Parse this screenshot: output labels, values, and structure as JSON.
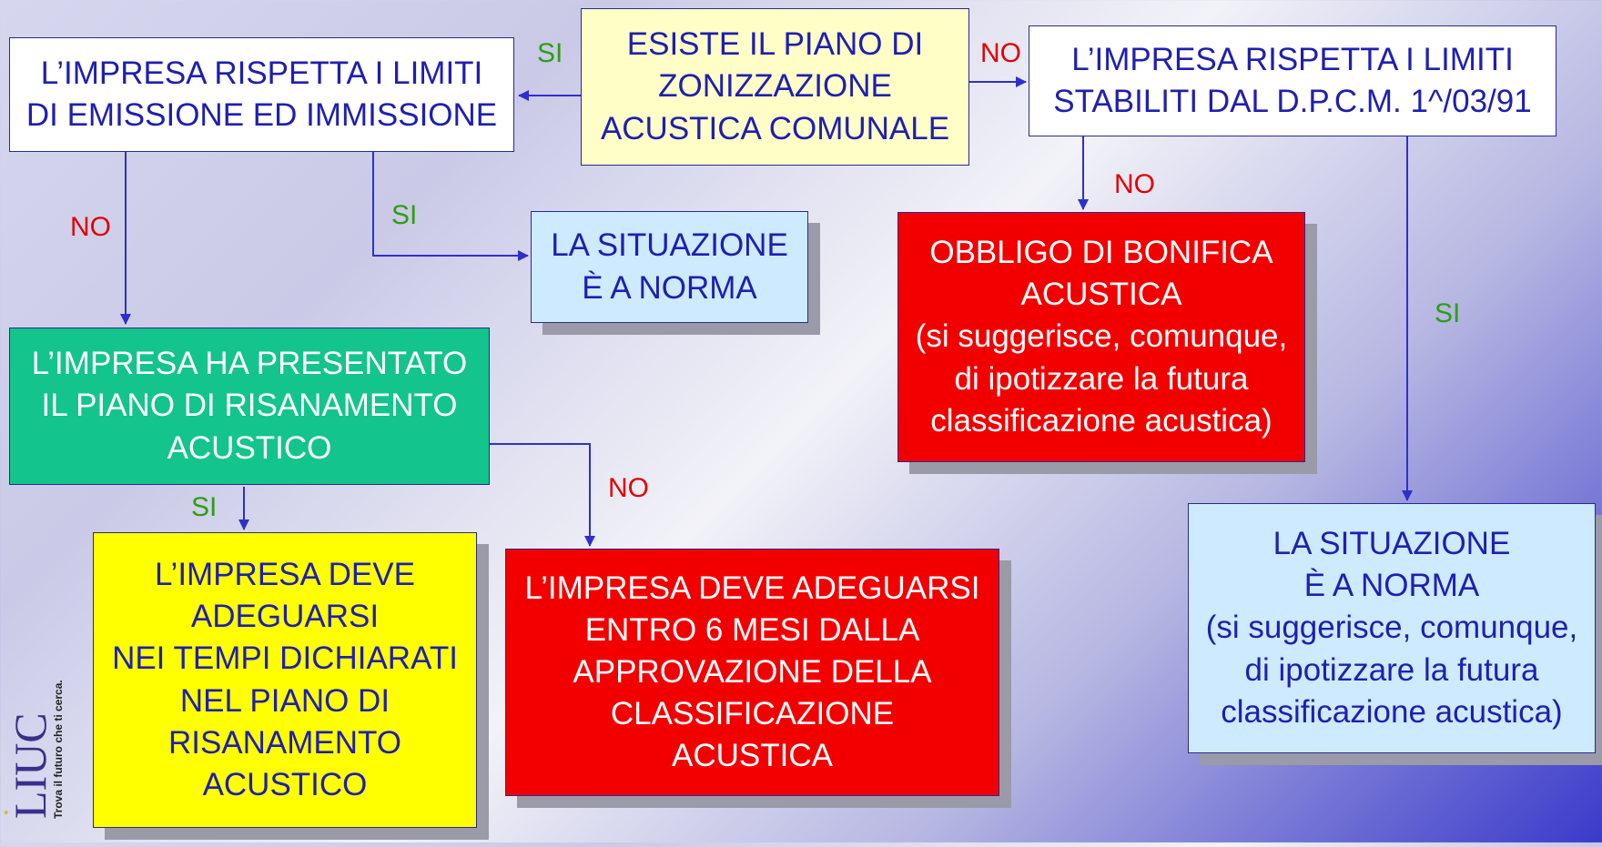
{
  "boxes": {
    "center": "ESISTE IL PIANO DI\nZONIZZAZIONE\nACUSTICA COMUNALE",
    "left_top": "L’IMPRESA RISPETTA I LIMITI\nDI EMISSIONE ED IMMISSIONE",
    "right_top": "L’IMPRESA RISPETTA I LIMITI\nSTABILITI DAL D.P.C.M. 1^/03/91",
    "norma_left": "LA SITUAZIONE\nÈ A NORMA",
    "piano_risanamento": "L’IMPRESA HA PRESENTATO\nIL PIANO DI RISANAMENTO\nACUSTICO",
    "bonifica": "OBBLIGO DI BONIFICA\nACUSTICA\n(si suggerisce, comunque,\ndi ipotizzare la futura\nclassificazione acustica)",
    "norma_right": "LA SITUAZIONE\nÈ A NORMA\n(si suggerisce, comunque,\ndi ipotizzare la futura\nclassificazione acustica)",
    "adeguarsi_tempi": "L’IMPRESA DEVE\nADEGUARSI\nNEI TEMPI DICHIARATI\nNEL PIANO DI\nRISANAMENTO\nACUSTICO",
    "adeguarsi_6mesi": "L’IMPRESA DEVE ADEGUARSI\nENTRO 6 MESI DALLA\nAPPROVAZIONE DELLA\nCLASSIFICAZIONE\nACUSTICA"
  },
  "edge_labels": {
    "si_top_left": "SI",
    "no_top_right": "NO",
    "no_left_down": "NO",
    "si_left_norma": "SI",
    "no_right_down": "NO",
    "si_right_down": "SI",
    "si_piano_down": "SI",
    "no_piano_right": "NO"
  },
  "logo": {
    "name": "LIUC",
    "tagline": "Trova il futuro che ti cerca."
  },
  "colors": {
    "line_blue": "#2f2fcf",
    "text_blue": "#1f1fb0",
    "si_green": "#2e9e12",
    "no_red": "#e00000",
    "box_pale_yellow": "#fefec6",
    "box_white": "#ffffff",
    "box_light_blue": "#cdeafe",
    "box_teal": "#13c48c",
    "box_red": "#f20000",
    "box_yellow": "#ffff00"
  }
}
